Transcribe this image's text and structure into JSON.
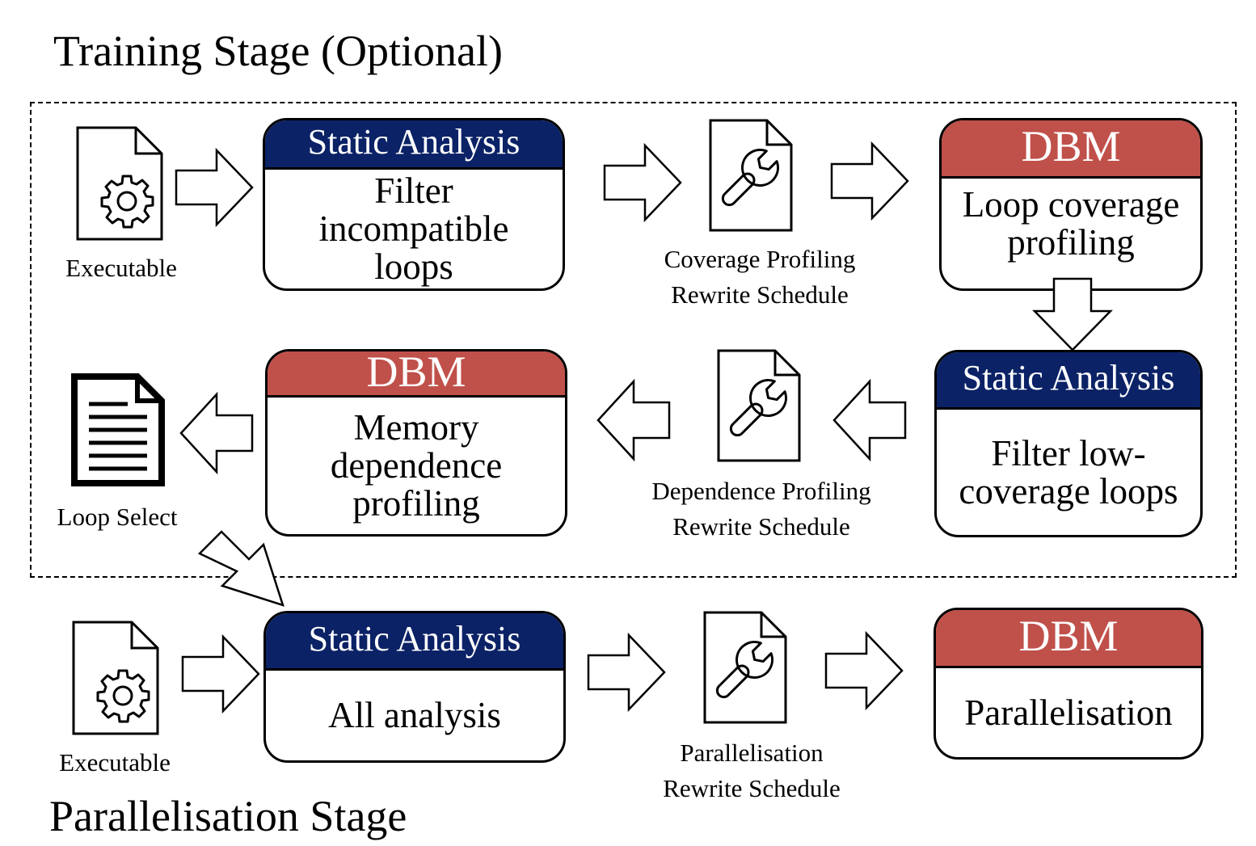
{
  "training_stage": {
    "title": "Training Stage (Optional)",
    "executable_label": "Executable",
    "static_analysis_1": {
      "header": "Static Analysis",
      "body": "Filter\nincompatible\nloops"
    },
    "coverage_schedule_label": "Coverage Profiling\nRewrite Schedule",
    "dbm_1": {
      "header": "DBM",
      "body": "Loop coverage\nprofiling"
    },
    "static_analysis_2": {
      "header": "Static Analysis",
      "body": "Filter low-\ncoverage loops"
    },
    "dependence_schedule_label": "Dependence Profiling\nRewrite Schedule",
    "dbm_2": {
      "header": "DBM",
      "body": "Memory\ndependence\nprofiling"
    },
    "loop_select_label": "Loop Select"
  },
  "parallelisation_stage": {
    "title": "Parallelisation Stage",
    "executable_label": "Executable",
    "static_analysis": {
      "header": "Static Analysis",
      "body": "All analysis"
    },
    "schedule_label": "Parallelisation\nRewrite Schedule",
    "dbm": {
      "header": "DBM",
      "body": "Parallelisation"
    }
  },
  "colors": {
    "static_analysis_header": "#0b2266",
    "dbm_header": "#c0504a"
  },
  "icons": [
    "gear-file-icon",
    "wrench-file-icon",
    "document-icon",
    "arrow-icon"
  ]
}
